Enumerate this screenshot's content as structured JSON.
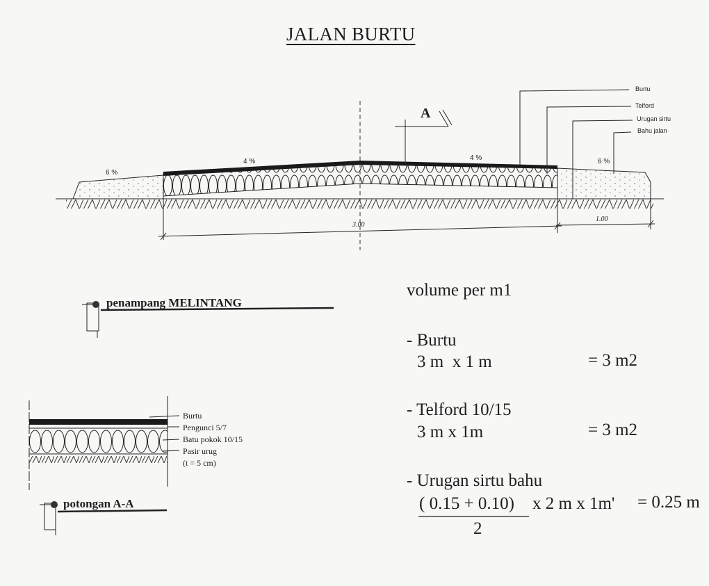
{
  "title": "JALAN BURTU",
  "cross_section": {
    "slopes": {
      "left_shoulder": "6 %",
      "left_carriageway": "4 %",
      "right_carriageway": "4 %",
      "right_shoulder": "6 %"
    },
    "dimensions": {
      "road_width": "3.00",
      "shoulder_width": "1.00"
    },
    "section_mark": "A",
    "callouts": [
      "Burtu",
      "Telford",
      "Urugan sirtu",
      "Bahu jalan"
    ],
    "caption": "penampang MELINTANG"
  },
  "section_aa": {
    "callouts": [
      "Burtu",
      "Pengunci 5/7",
      "Batu pokok 10/15",
      "Pasir urug",
      "(t = 5 cm)"
    ],
    "caption": "potongan A-A"
  },
  "volume": {
    "heading": "volume per m1",
    "items": [
      {
        "name": "- Burtu",
        "formula": "3 m  x 1 m",
        "result": "= 3 m2"
      },
      {
        "name": "- Telford 10/15",
        "formula": "3 m x 1m",
        "result": "= 3 m2"
      },
      {
        "name": "- Urugan sirtu bahu",
        "numerator": "( 0.15 + 0.10)",
        "formula": "x 2 m x 1m'",
        "result": "= 0.25 m",
        "denominator": "2"
      }
    ]
  }
}
